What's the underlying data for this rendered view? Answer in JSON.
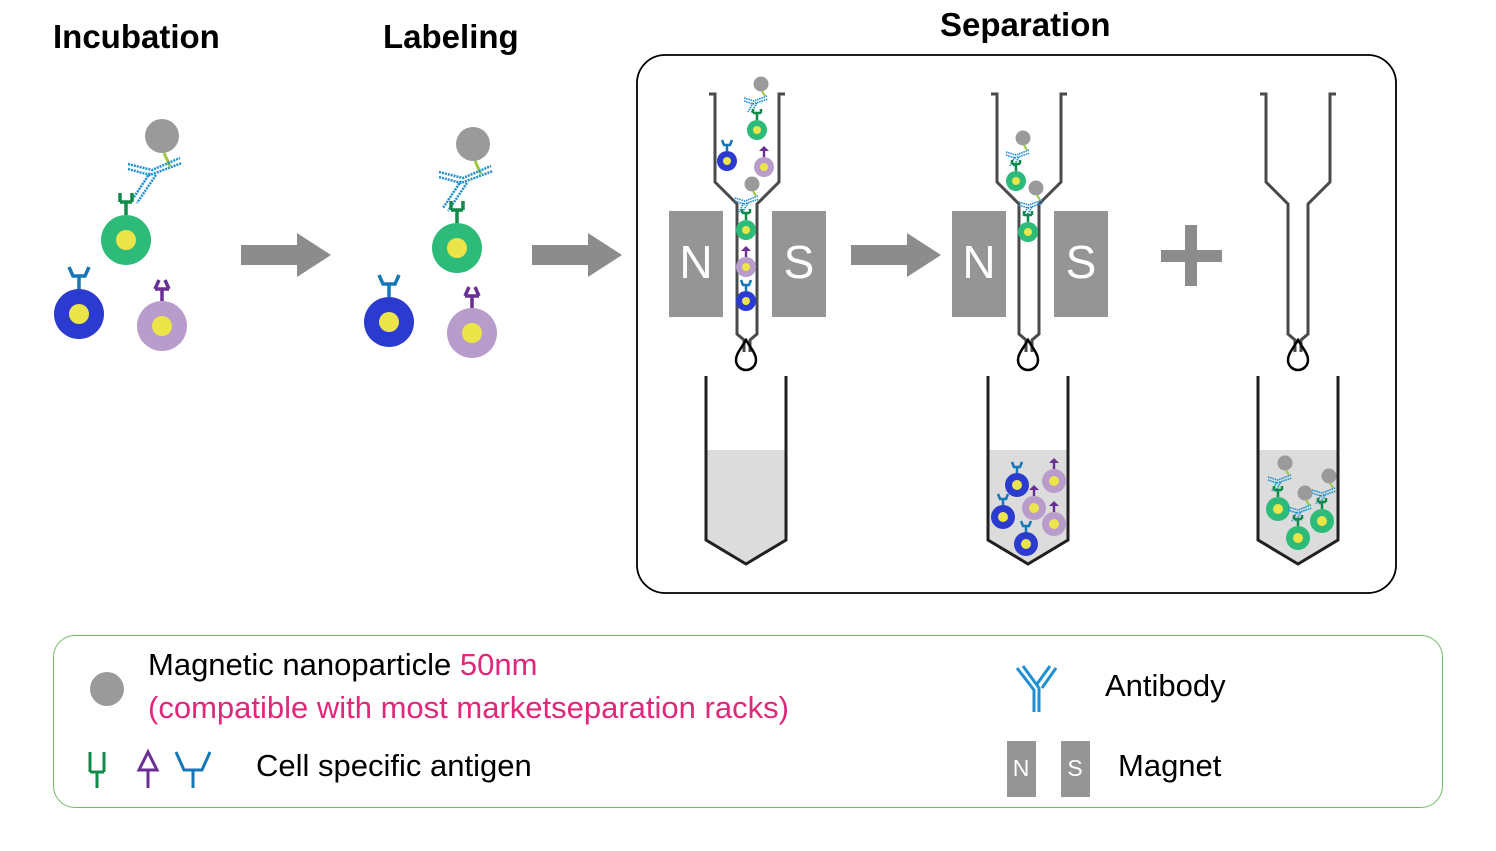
{
  "titles": {
    "incubation": "Incubation",
    "labeling": "Labeling",
    "separation": "Separation"
  },
  "magnet_labels": {
    "north": "N",
    "south": "S"
  },
  "colors": {
    "arrow_gray": "#8c8c8c",
    "nanoparticle": "#9a9a9a",
    "antibody_blue": "#1e8fd0",
    "linker_green": "#9cc83c",
    "cell_green": "#2dbb7a",
    "cell_blue": "#2b3bd0",
    "cell_lilac": "#b89ccc",
    "nucleus_yellow": "#ece54a",
    "antigen_green": "#118a48",
    "antigen_purple": "#6a2f94",
    "antigen_blue": "#1677b8",
    "funnel_line": "#4a4a4a",
    "tube_fill": "#dcdcdc",
    "magnet_gray": "#959595",
    "legend_border": "#6cbf5e",
    "highlight_pink": "#e0287a"
  },
  "legend": {
    "nanoparticle_label": "Magnetic nanoparticle",
    "nanoparticle_size": "50nm",
    "nanoparticle_note": "(compatible with most marketseparation racks)",
    "antigen_label": "Cell specific antigen",
    "antibody_label": "Antibody",
    "magnet_label": "Magnet",
    "magnet_n": "N",
    "magnet_s": "S"
  }
}
